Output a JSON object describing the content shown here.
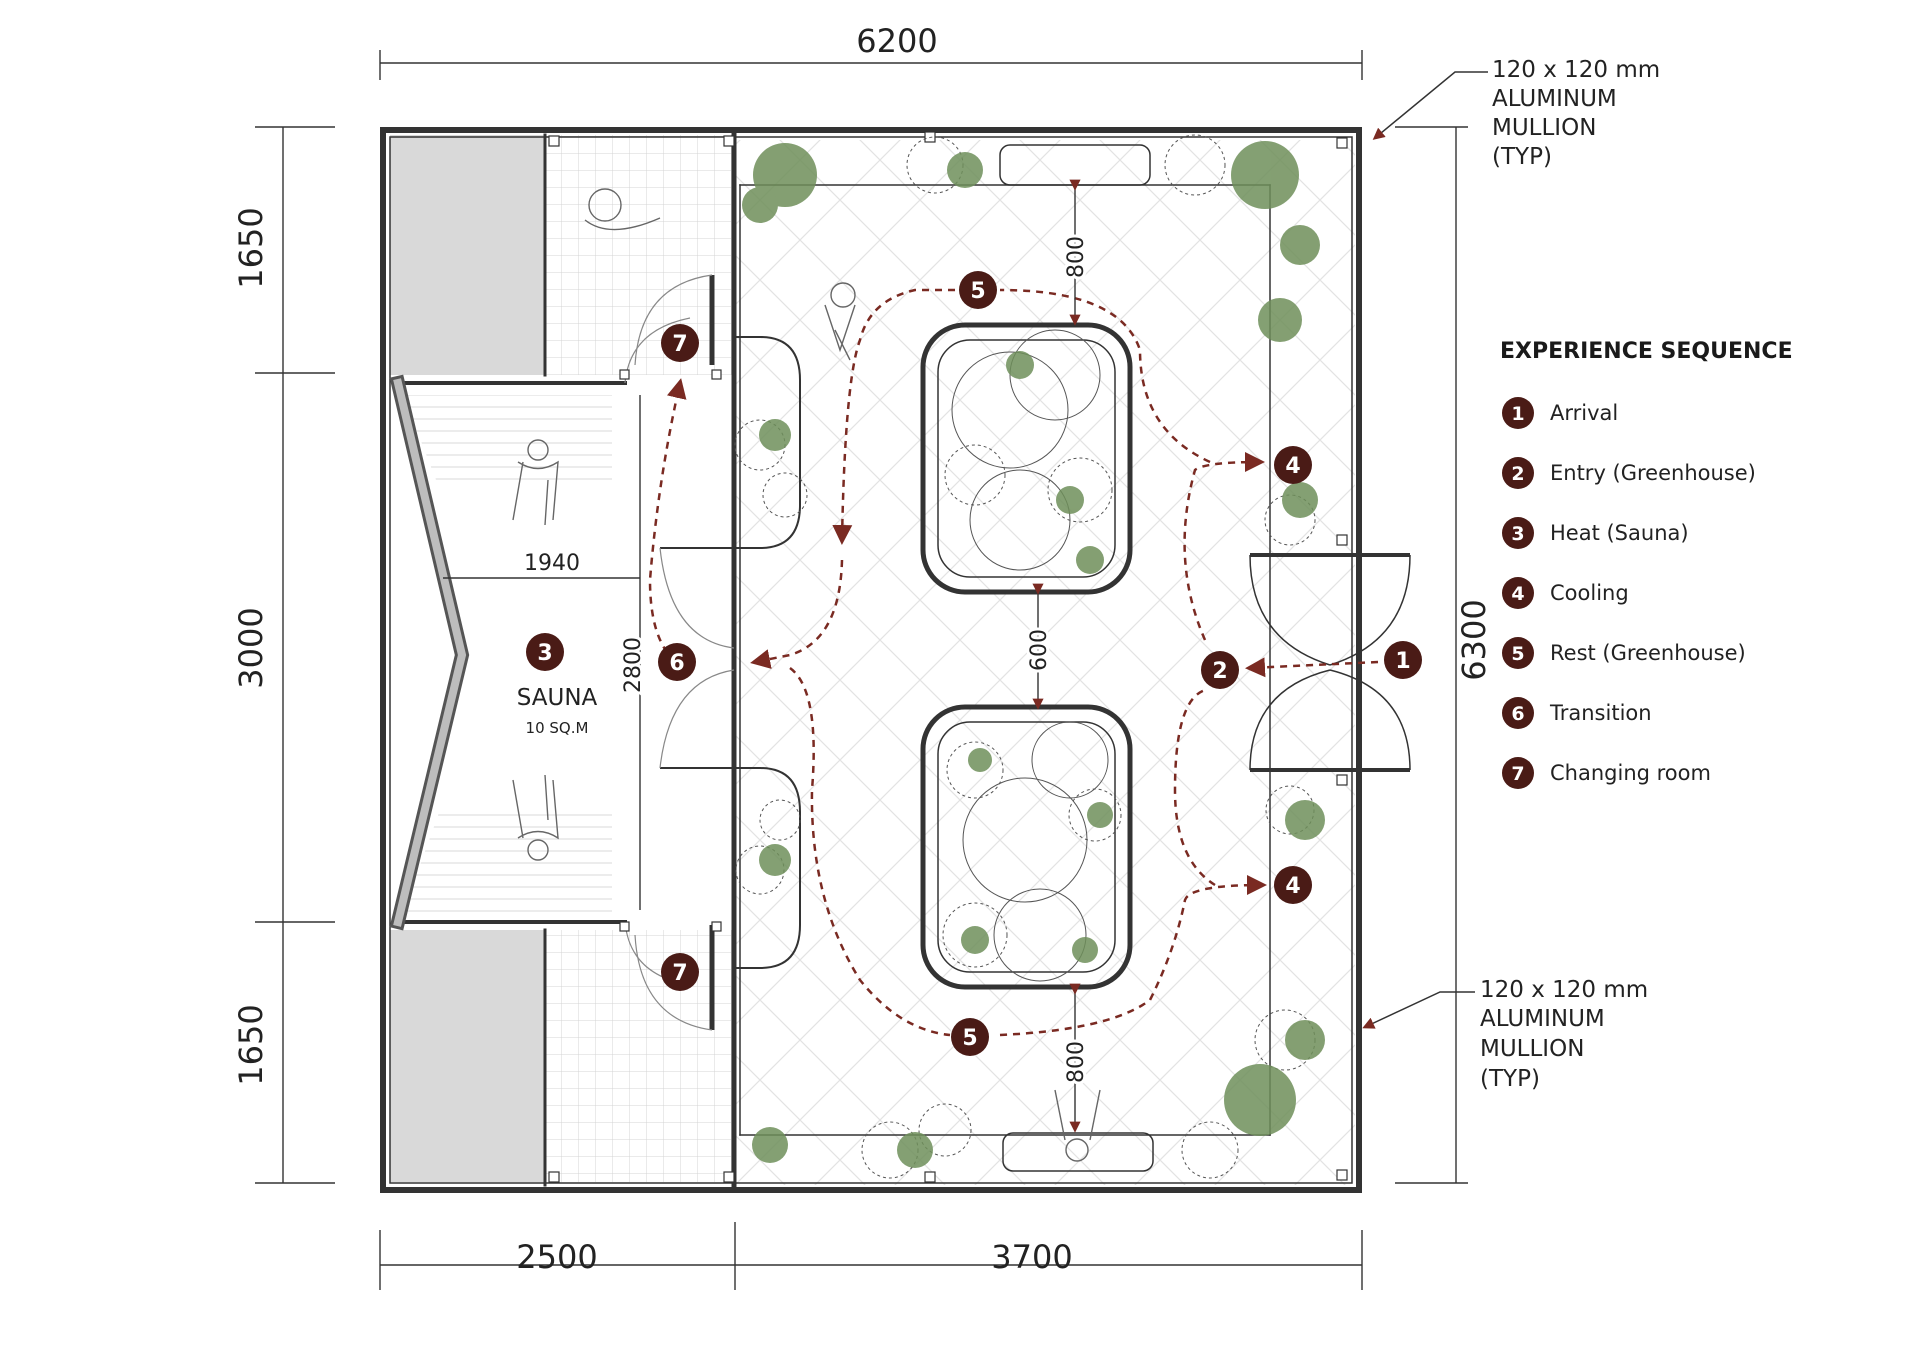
{
  "colors": {
    "marker": "#4a1b16",
    "path": "#7a2a22",
    "plant": "#6f8f5a",
    "wall": "#333333"
  },
  "dimensions": {
    "top_total": "6200",
    "left_top": "1650",
    "left_middle": "3000",
    "left_bottom": "1650",
    "right_total": "6300",
    "bottom_left": "2500",
    "bottom_right": "3700",
    "sauna_width": "1940",
    "sauna_depth": "2800",
    "clear_top": "800",
    "clear_middle": "600",
    "clear_bottom": "800"
  },
  "callouts": {
    "top": [
      "120 x 120 mm",
      "ALUMINUM",
      "MULLION",
      "(TYP)"
    ],
    "bottom": [
      "120 x 120 mm",
      "ALUMINUM",
      "MULLION",
      "(TYP)"
    ]
  },
  "sauna": {
    "label": "SAUNA",
    "area": "10 SQ.M"
  },
  "markers": {
    "arrival": "1",
    "entry": "2",
    "heat": "3",
    "cooling_top": "4",
    "cooling_bottom": "4",
    "rest_top": "5",
    "rest_bottom": "5",
    "transition": "6",
    "changing_top": "7",
    "changing_bottom": "7"
  },
  "legend": {
    "title": "EXPERIENCE SEQUENCE",
    "items": [
      {
        "num": "1",
        "label": "Arrival"
      },
      {
        "num": "2",
        "label": "Entry (Greenhouse)"
      },
      {
        "num": "3",
        "label": "Heat (Sauna)"
      },
      {
        "num": "4",
        "label": "Cooling"
      },
      {
        "num": "5",
        "label": "Rest (Greenhouse)"
      },
      {
        "num": "6",
        "label": "Transition"
      },
      {
        "num": "7",
        "label": "Changing room"
      }
    ]
  }
}
